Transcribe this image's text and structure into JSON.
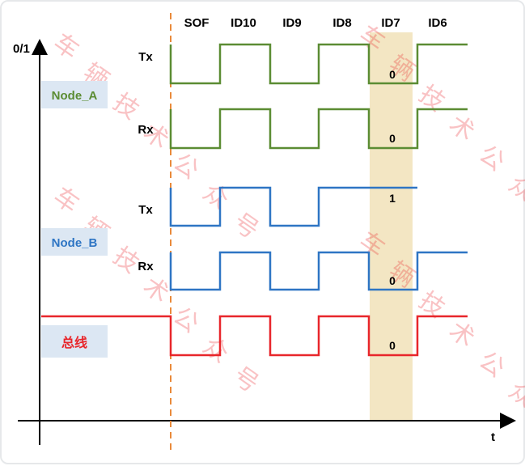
{
  "axis": {
    "y_label": "0/1",
    "x_label": "t"
  },
  "bit_headers": [
    "SOF",
    "ID10",
    "ID9",
    "ID8",
    "ID7",
    "ID6"
  ],
  "nodes": [
    {
      "name": "Node_A",
      "color": "#5b8c33"
    },
    {
      "name": "Node_B",
      "color": "#2e75c4"
    },
    {
      "name": "总线",
      "color": "#e8262b"
    }
  ],
  "signals": [
    {
      "label": "Tx",
      "node": "Node_A",
      "id7_bit": "0",
      "bits": [
        "0",
        "1",
        "0",
        "1",
        "0",
        "1"
      ]
    },
    {
      "label": "Rx",
      "node": "Node_A",
      "id7_bit": "0",
      "bits": [
        "0",
        "1",
        "0",
        "1",
        "0",
        "1"
      ]
    },
    {
      "label": "Tx",
      "node": "Node_B",
      "id7_bit": "1",
      "bits": [
        "0",
        "1",
        "0",
        "1",
        "1"
      ]
    },
    {
      "label": "Rx",
      "node": "Node_B",
      "id7_bit": "0",
      "bits": [
        "0",
        "1",
        "0",
        "1",
        "0",
        "1"
      ]
    },
    {
      "label": "",
      "node": "总线",
      "id7_bit": "0",
      "bits": [
        "0",
        "1",
        "0",
        "1",
        "0",
        "1"
      ]
    }
  ],
  "highlight": {
    "bit": "ID7",
    "color": "#f3e6c3"
  },
  "watermark": [
    "车辆技术公众号",
    "车辆技术公众号",
    "车辆技术公众号"
  ]
}
